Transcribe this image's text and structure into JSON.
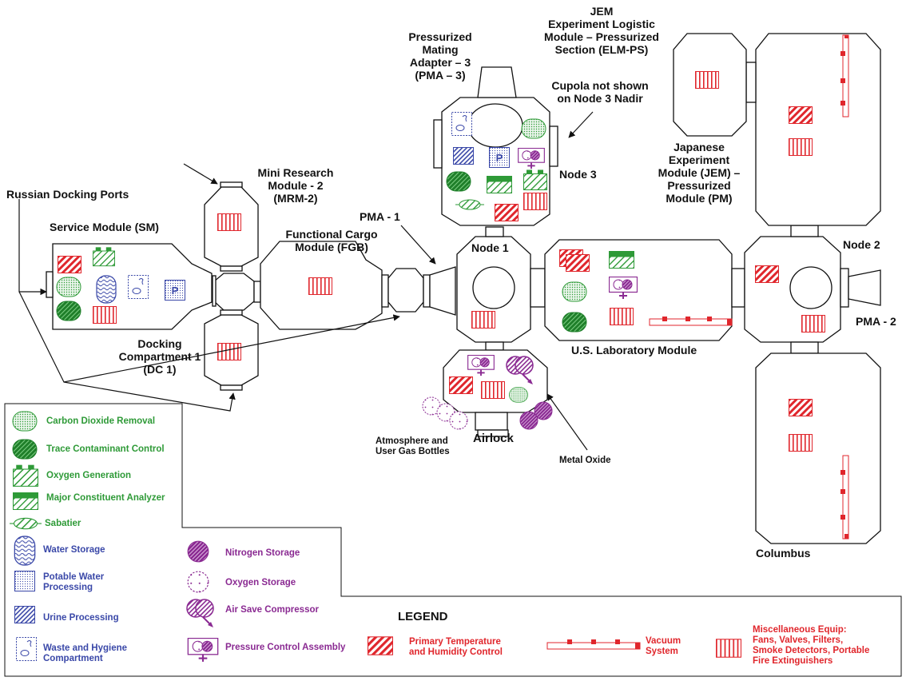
{
  "labels": {
    "russian_docking_ports": "Russian Docking Ports",
    "service_module": "Service Module (SM)",
    "mrm2": [
      "Mini Research",
      "Module - 2",
      "(MRM-2)"
    ],
    "dc1": [
      "Docking",
      "Compartment 1",
      "(DC 1)"
    ],
    "fgb": [
      "Functional Cargo",
      "Module (FGB)"
    ],
    "pma1": "PMA - 1",
    "pma3": [
      "Pressurized",
      "Mating",
      "Adapter – 3",
      "(PMA – 3)"
    ],
    "jem_elm": [
      "JEM",
      "Experiment Logistic",
      "Module – Pressurized",
      "Section (ELM-PS)"
    ],
    "cupola": [
      "Cupola not shown",
      "on Node 3 Nadir"
    ],
    "node3": "Node 3",
    "jem_pm": [
      "Japanese",
      "Experiment",
      "Module (JEM) –",
      "Pressurized",
      "Module (PM)"
    ],
    "node1": "Node 1",
    "node2": "Node 2",
    "pma2": "PMA - 2",
    "us_lab": "U.S. Laboratory Module",
    "columbus": "Columbus",
    "airlock": "Airlock",
    "gas_bottles": [
      "Atmosphere and",
      "User Gas Bottles"
    ],
    "metal_oxide": "Metal Oxide"
  },
  "legend": {
    "title": "LEGEND",
    "carbon_dioxide_removal": "Carbon Dioxide Removal",
    "trace_contaminant_control": "Trace Contaminant Control",
    "oxygen_generation": "Oxygen Generation",
    "major_constituent_analyzer": "Major Constituent Analyzer",
    "sabatier": "Sabatier",
    "water_storage": "Water Storage",
    "potable_water_processing": [
      "Potable Water",
      "Processing"
    ],
    "urine_processing": "Urine Processing",
    "waste_hygiene": [
      "Waste and Hygiene",
      "Compartment"
    ],
    "nitrogen_storage": "Nitrogen Storage",
    "oxygen_storage": "Oxygen Storage",
    "air_save_compressor": "Air Save Compressor",
    "pressure_control_assembly": "Pressure Control Assembly",
    "primary_temp_humidity": [
      "Primary Temperature",
      "and Humidity Control"
    ],
    "vacuum_system": [
      "Vacuum",
      "System"
    ],
    "misc_equip": [
      "Miscellaneous Equip:",
      "Fans, Valves, Filters,",
      "Smoke Detectors, Portable",
      "Fire Extinguishers"
    ]
  },
  "colors": {
    "outline": "#111111",
    "green": "#2e9a37",
    "blue": "#3a48a8",
    "purple": "#8a2a92",
    "red": "#e0262c"
  }
}
